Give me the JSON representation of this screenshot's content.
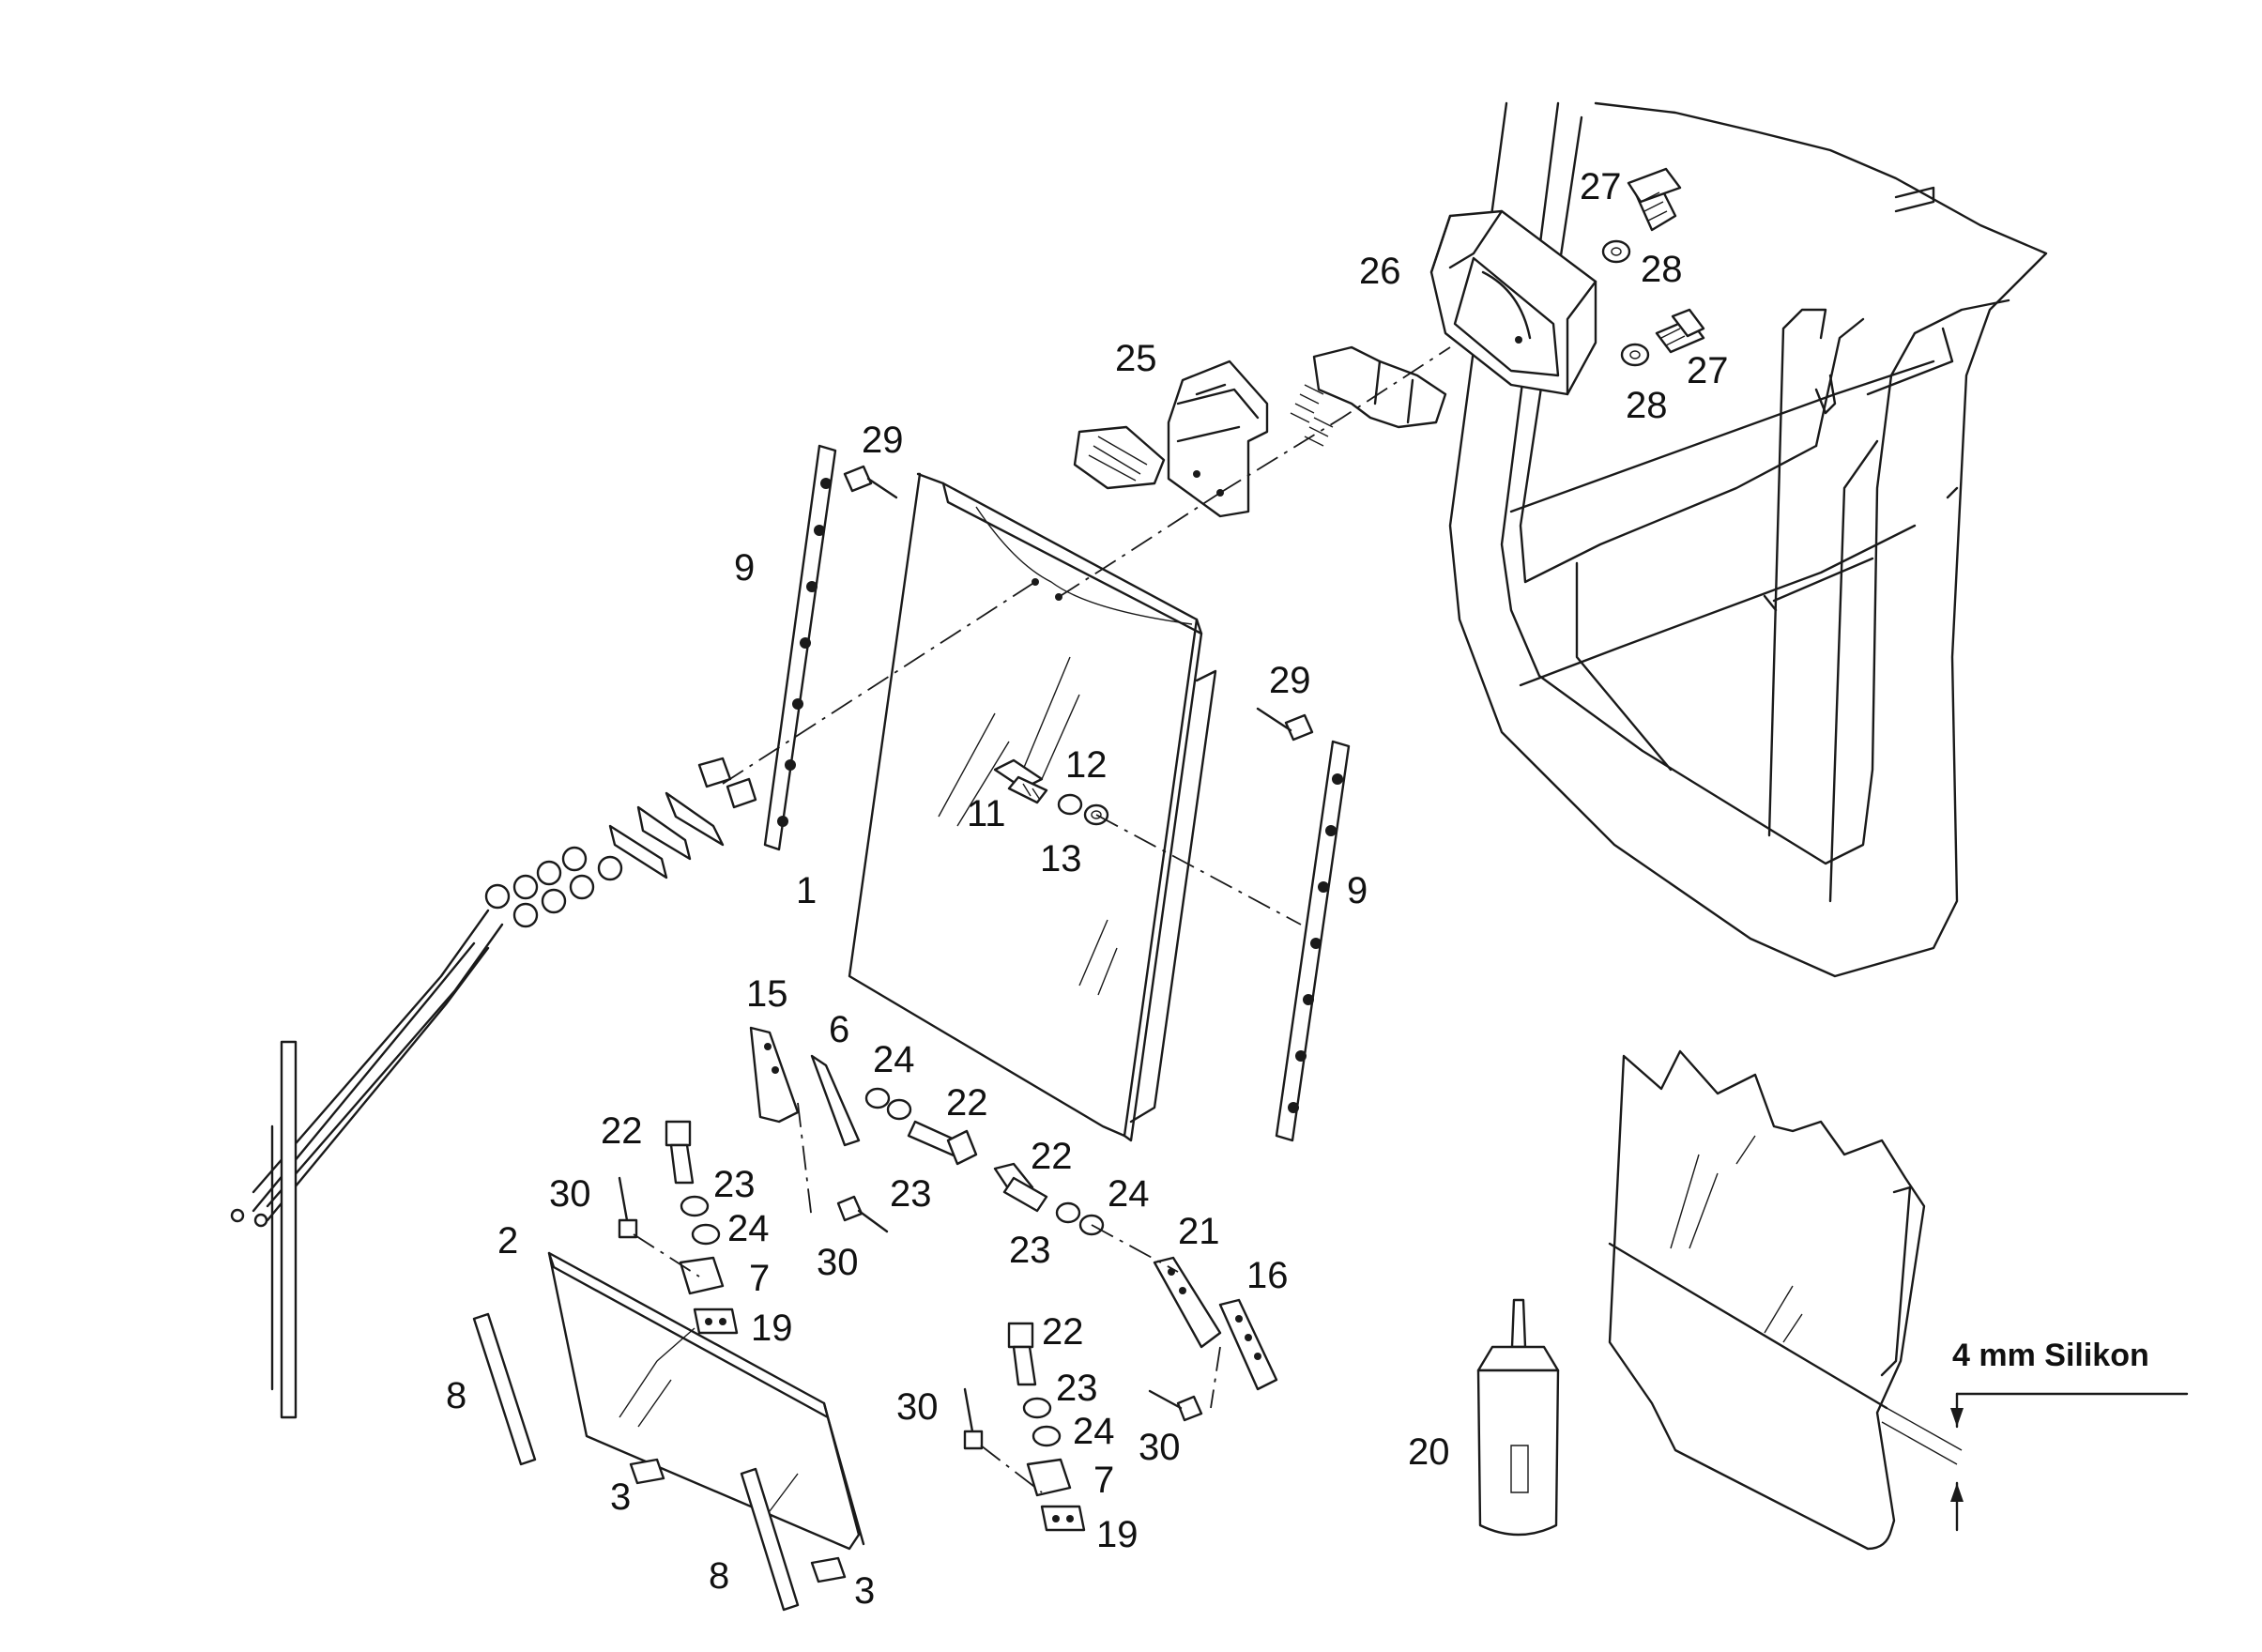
{
  "labels": {
    "p1": "1",
    "p2": "2",
    "p3a": "3",
    "p3b": "3",
    "p6": "6",
    "p7a": "7",
    "p7b": "7",
    "p8a": "8",
    "p8b": "8",
    "p9a": "9",
    "p9b": "9",
    "p11": "11",
    "p12": "12",
    "p13": "13",
    "p15": "15",
    "p16": "16",
    "p19a": "19",
    "p19b": "19",
    "p20": "20",
    "p21": "21",
    "p22a": "22",
    "p22b": "22",
    "p22c": "22",
    "p22d": "22",
    "p23a": "23",
    "p23b": "23",
    "p23c": "23",
    "p23d": "23",
    "p24a": "24",
    "p24b": "24",
    "p24c": "24",
    "p24d": "24",
    "p25": "25",
    "p26": "26",
    "p27a": "27",
    "p27b": "27",
    "p28a": "28",
    "p28b": "28",
    "p29a": "29",
    "p29b": "29",
    "p30a": "30",
    "p30b": "30",
    "p30c": "30",
    "p30d": "30"
  },
  "note": {
    "silikon": "4 mm Silikon"
  }
}
